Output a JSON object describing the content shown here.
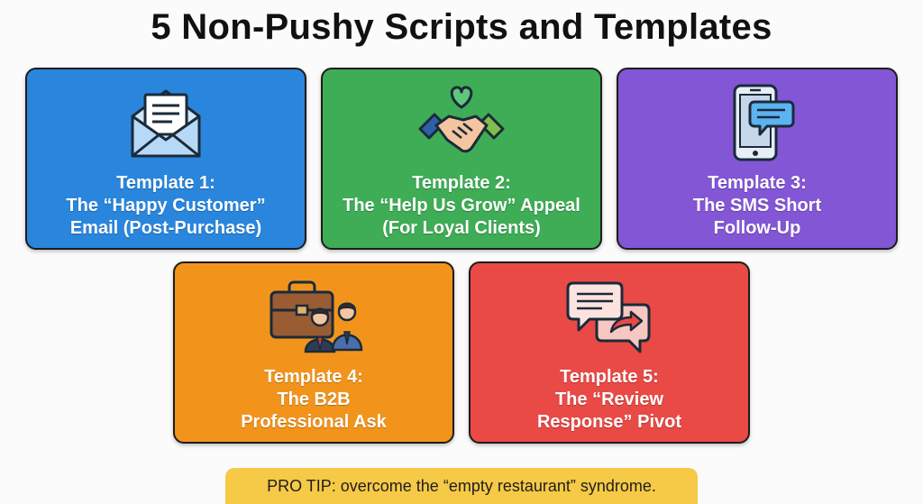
{
  "title": "5 Non-Pushy Scripts and Templates",
  "colors": {
    "card_1": "#2a86dd",
    "card_2": "#3ead55",
    "card_3": "#8356d6",
    "card_4": "#f2941c",
    "card_5": "#e94a46",
    "tip_background": "#f6c946"
  },
  "cards": [
    {
      "icon": "envelope-letter-icon",
      "lines": [
        "Template 1:",
        "The “Happy Customer”",
        "Email (Post-Purchase)"
      ]
    },
    {
      "icon": "handshake-heart-icon",
      "lines": [
        "Template 2:",
        "The “Help Us Grow” Appeal",
        "(For Loyal Clients)"
      ]
    },
    {
      "icon": "smartphone-chat-icon",
      "lines": [
        "Template 3:",
        "The SMS Short",
        "Follow-Up"
      ]
    },
    {
      "icon": "briefcase-businesspeople-icon",
      "lines": [
        "Template 4:",
        "The B2B",
        "Professional Ask"
      ]
    },
    {
      "icon": "chat-bubbles-reply-icon",
      "lines": [
        "Template 5:",
        "The “Review",
        "Response” Pivot"
      ]
    }
  ],
  "pro_tip": "PRO TIP: overcome the “empty restaurant” syndrome."
}
